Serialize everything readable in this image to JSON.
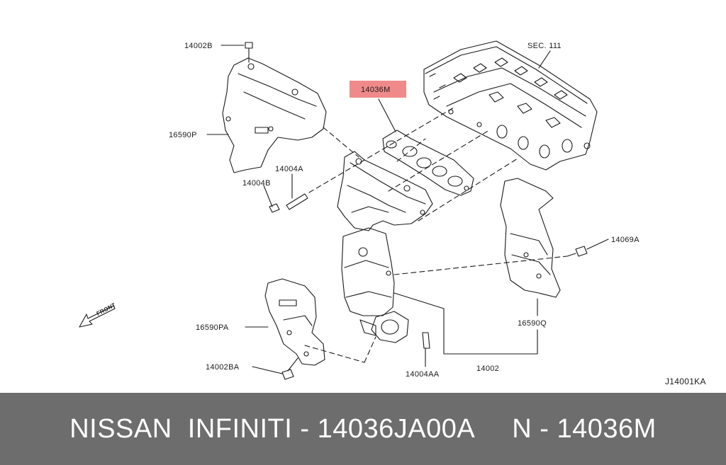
{
  "labels": {
    "p14002B": "14002B",
    "p16590P": "16590P",
    "p14004A": "14004A",
    "p14004B": "14004B",
    "p14036M": "14036M",
    "sec111": "SEC. 111",
    "p14069A": "14069A",
    "p16590Q": "16590Q",
    "p16590PA": "16590PA",
    "p14002BA": "14002BA",
    "p14004AA": "14004AA",
    "p14002": "14002",
    "front": "FRONT",
    "code": "J14001KA"
  },
  "colors": {
    "highlight": "#f08a8a",
    "footer_bg": "#6d6d6d",
    "footer_text": "#ffffff"
  },
  "footer": {
    "brand": "NISSAN  INFINITI",
    "separator": " - ",
    "part_number": "14036JA00A",
    "ref": "N - 14036M"
  }
}
